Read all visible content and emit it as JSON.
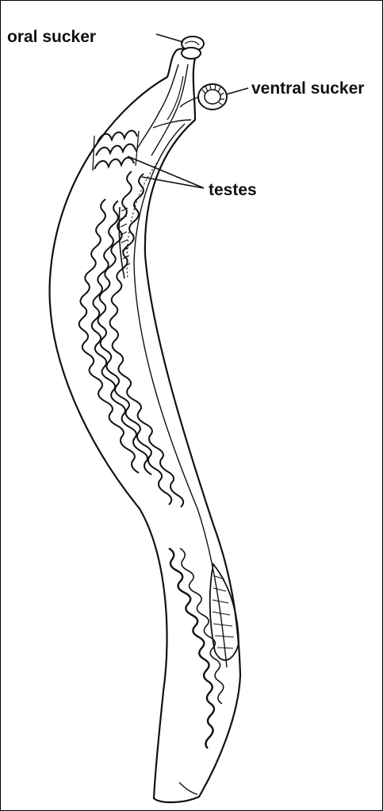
{
  "labels": {
    "oral_sucker": "oral sucker",
    "ventral_sucker": "ventral sucker",
    "testes": "testes"
  },
  "colors": {
    "ink": "#111111",
    "background": "#ffffff",
    "border": "#000000"
  }
}
